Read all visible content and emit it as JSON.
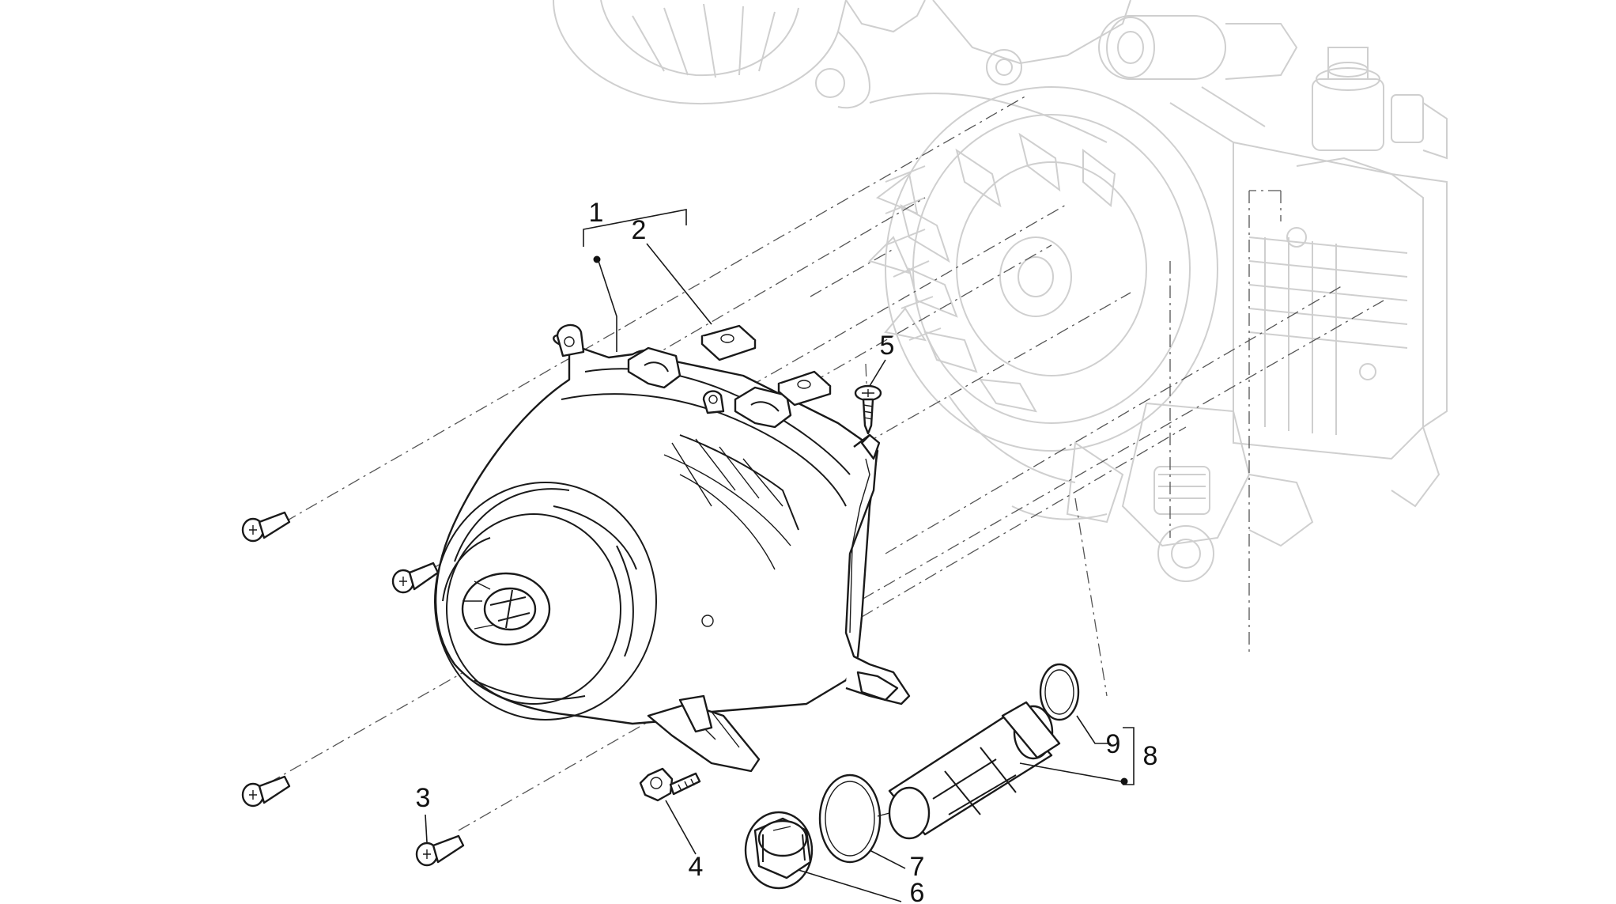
{
  "callouts": [
    {
      "id": "1",
      "label": "1"
    },
    {
      "id": "2",
      "label": "2"
    },
    {
      "id": "3",
      "label": "3"
    },
    {
      "id": "4",
      "label": "4"
    },
    {
      "id": "5",
      "label": "5"
    },
    {
      "id": "6",
      "label": "6"
    },
    {
      "id": "7",
      "label": "7"
    },
    {
      "id": "8",
      "label": "8"
    },
    {
      "id": "9",
      "label": "9"
    }
  ],
  "colors": {
    "line": "#1a1a1a",
    "ghost_engine": "#cfcfcf",
    "background": "#ffffff"
  }
}
